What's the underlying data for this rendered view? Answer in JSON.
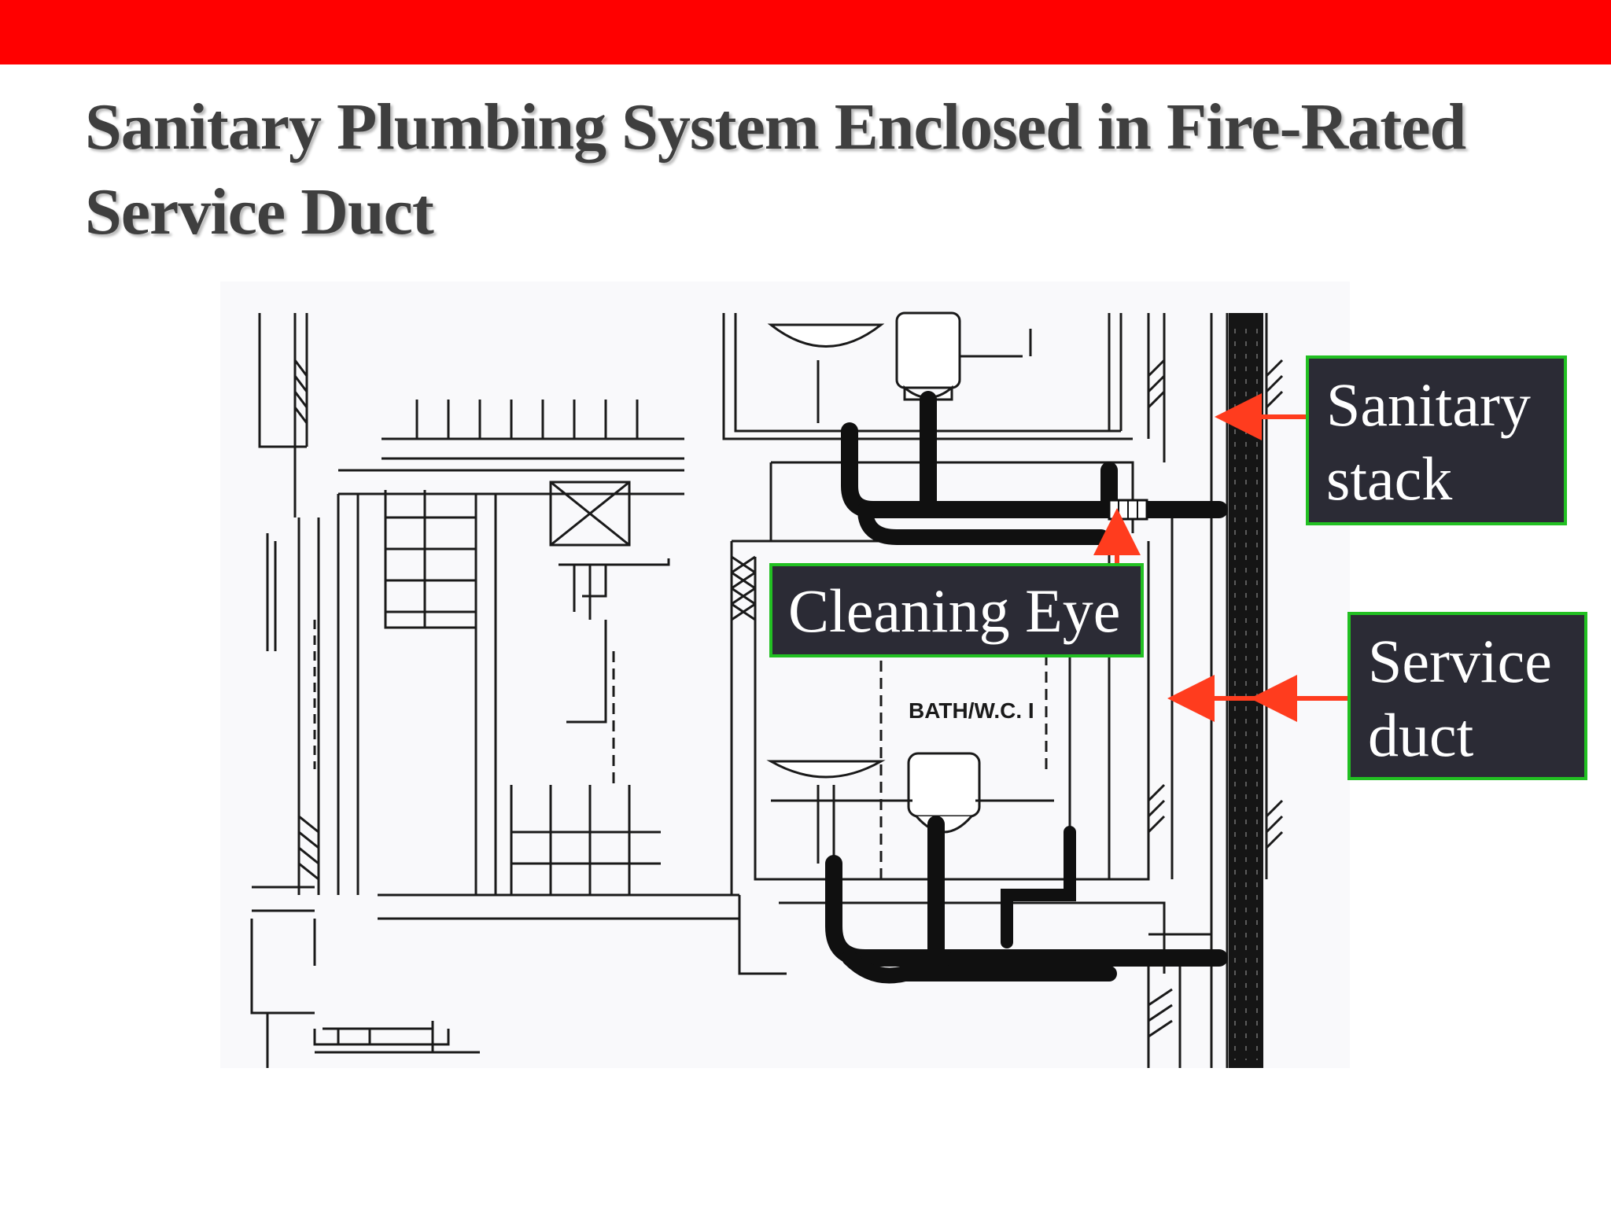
{
  "slide": {
    "title": "Sanitary Plumbing System Enclosed in Fire-Rated Service Duct",
    "accent_color": "#ff0000"
  },
  "diagram": {
    "room_label": "BATH/W.C. I"
  },
  "callouts": {
    "sanitary_stack": {
      "line1": "Sanitary",
      "line2": "stack"
    },
    "service_duct": {
      "line1": "Service",
      "line2": "duct"
    },
    "cleaning_eye": {
      "label": "Cleaning Eye"
    },
    "box_color": "#2b2b35",
    "border_color": "#22c022",
    "arrow_color": "#ff3c1e"
  }
}
